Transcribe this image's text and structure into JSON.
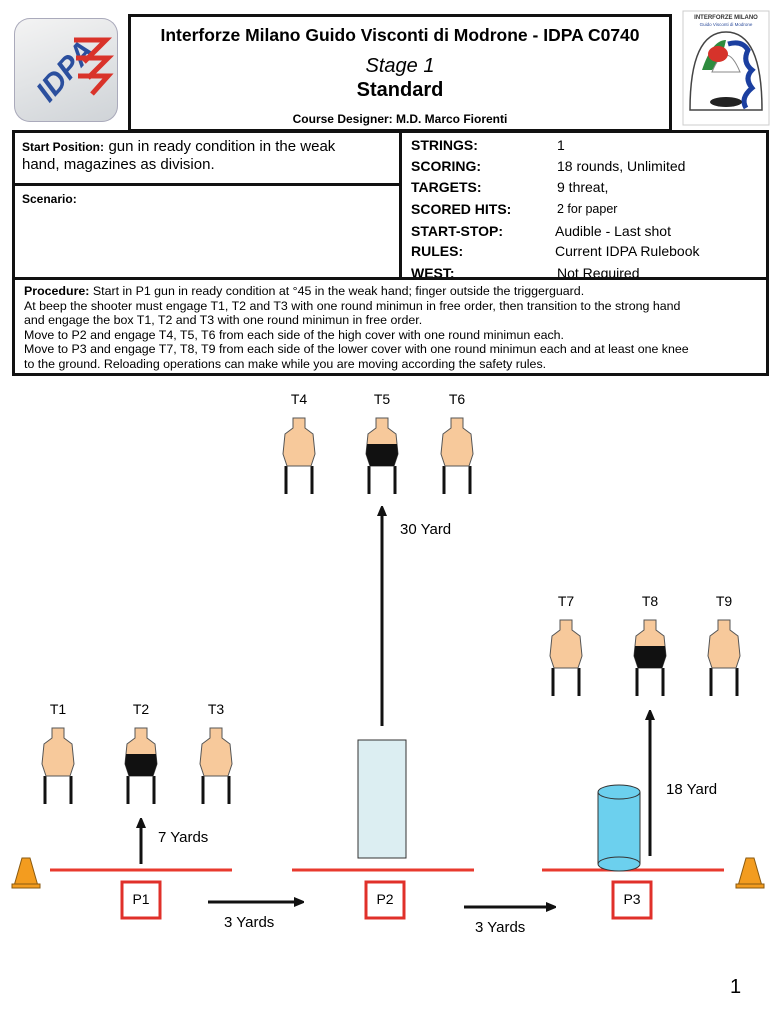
{
  "header": {
    "title": "Interforze Milano Guido Visconti di Modrone - IDPA C0740",
    "stage": "Stage 1",
    "stage_type": "Standard",
    "designer": "Course Designer: M.D. Marco Fiorenti",
    "left_logo_text": "IDPA",
    "right_logo_text_line1": "INTERFORZE MILANO",
    "right_logo_text_line2": "Guido Visconti di Modrone"
  },
  "start_position": {
    "label": "Start Position:",
    "text_line1": "gun in ready condition in the weak",
    "text_line2": "hand, magazines as division."
  },
  "scenario": {
    "label": "Scenario:",
    "text": ""
  },
  "info": [
    {
      "label": "STRINGS:",
      "value": "1"
    },
    {
      "label": "SCORING:",
      "value": "18 rounds, Unlimited"
    },
    {
      "label": "TARGETS:",
      "value": "9 threat,"
    },
    {
      "label": "SCORED HITS:",
      "value": "2 for paper"
    },
    {
      "label": "START-STOP:",
      "value": "Audible - Last shot"
    },
    {
      "label": "RULES:",
      "value": "Current IDPA Rulebook"
    },
    {
      "label": "WEST:",
      "value": "Not Required"
    }
  ],
  "procedure": {
    "label": "Procedure:",
    "lines": [
      "Start in P1 gun in ready condition at °45 in the weak hand; finger outside the triggerguard.",
      "At beep the shooter must engage T1, T2 and T3 with one round minimun in free order, then transition to the strong hand",
      "and engage the box T1, T2 and T3 with one round minimun in free order.",
      "Move to P2 and engage T4, T5, T6 from each side of the high cover with one round minimun each.",
      "Move to P3 and engage T7, T8, T9 from each side of the lower cover with one round minimun each and at least one knee",
      "to the ground. Reloading operations can make while you are moving according the safety rules."
    ]
  },
  "diagram": {
    "targets": [
      {
        "id": "T1",
        "label": "T1",
        "hardcover": false
      },
      {
        "id": "T2",
        "label": "T2",
        "hardcover": true
      },
      {
        "id": "T3",
        "label": "T3",
        "hardcover": false
      },
      {
        "id": "T4",
        "label": "T4",
        "hardcover": false
      },
      {
        "id": "T5",
        "label": "T5",
        "hardcover": true
      },
      {
        "id": "T6",
        "label": "T6",
        "hardcover": false
      },
      {
        "id": "T7",
        "label": "T7",
        "hardcover": false
      },
      {
        "id": "T8",
        "label": "T8",
        "hardcover": true
      },
      {
        "id": "T9",
        "label": "T9",
        "hardcover": false
      }
    ],
    "positions": [
      {
        "id": "P1",
        "label": "P1"
      },
      {
        "id": "P2",
        "label": "P2"
      },
      {
        "id": "P3",
        "label": "P3"
      }
    ],
    "distances": {
      "p1_targets": "7 Yards",
      "p2_targets": "30 Yard",
      "p3_targets": "18 Yard",
      "p1_p2": "3 Yards",
      "p2_p3": "3 Yards"
    },
    "colors": {
      "target_fill": "#F7C99B",
      "hardcover": "#111111",
      "fault_line": "#E83A2E",
      "position_box": "#E0302A",
      "high_cover": "#DCEEF2",
      "barrel": "#6CD0EE",
      "cone": "#F39C1F"
    }
  },
  "page_number": "1"
}
